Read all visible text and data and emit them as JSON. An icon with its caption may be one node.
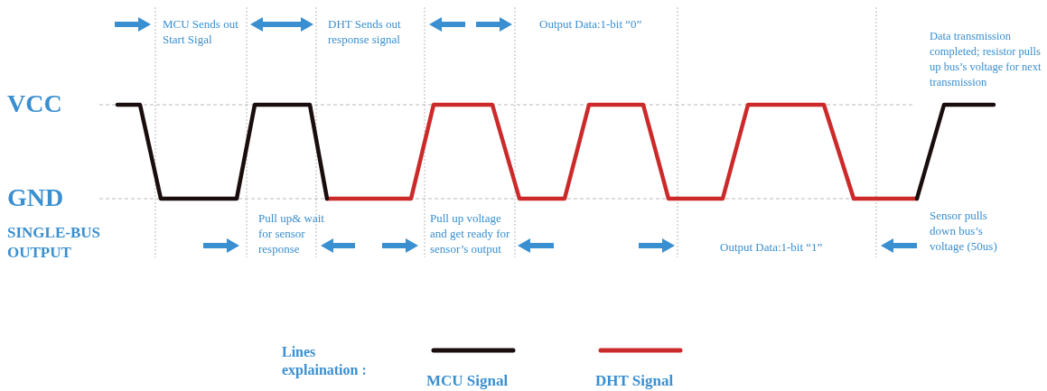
{
  "diagram": {
    "labels": [
      "MCU Sends out Start Sigal",
      "DHT Sends out response signal",
      "Output Data:1-bit “0”",
      "Data transmission completed; resistor pulls up bus’s voltage for next transmission",
      "VCC",
      "GND",
      "SINGLE-BUS OUTPUT",
      "Pull up& wait for sensor response",
      "Pull up voltage and get ready for sensor’s output",
      "Sensor pulls down bus’s voltage (50us)",
      "Output Data:1-bit “1”",
      "Lines explaination :"
    ],
    "legend": [
      {
        "text": "MCU Signal"
      },
      {
        "text": "DHT Signal"
      }
    ]
  }
}
